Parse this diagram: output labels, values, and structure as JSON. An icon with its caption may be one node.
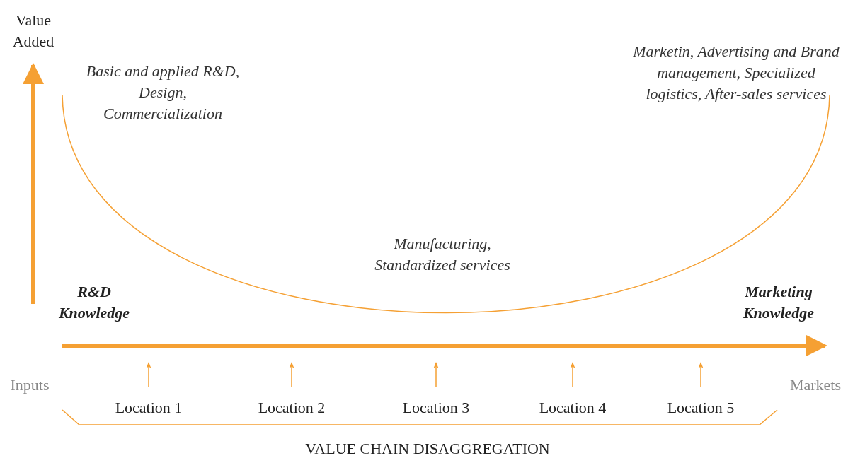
{
  "diagram": {
    "caption": "VALUE CHAIN DISAGGREGATION",
    "nodes": [
      {
        "text": [
          "Location 1"
        ]
      },
      {
        "text": [
          "Location 2"
        ]
      },
      {
        "text": [
          "Location 3"
        ]
      },
      {
        "text": [
          "Location 4"
        ]
      },
      {
        "text": [
          "Location 5"
        ]
      }
    ],
    "edges": [
      {
        "from": 0,
        "to": null,
        "arrow": "to"
      },
      {
        "from": 1,
        "to": null,
        "arrow": "to"
      },
      {
        "from": 2,
        "to": null,
        "arrow": "to"
      },
      {
        "from": 3,
        "to": null,
        "arrow": "to"
      },
      {
        "from": 4,
        "to": null,
        "arrow": "to"
      }
    ],
    "labels": [
      "Value Added",
      "Basic and applied R&D, Design, Commercialization",
      "Marketin, Advertising and Brand management, Specialized logistics, After-sales services",
      "Manufacturing, Standardized services",
      "R&D Knowledge",
      "Marketing Knowledge",
      "Inputs",
      "Markets"
    ]
  }
}
